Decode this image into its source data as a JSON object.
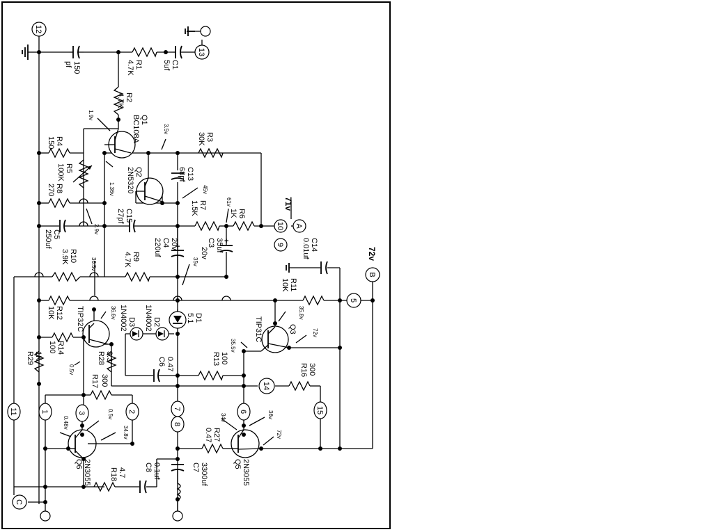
{
  "labels": {
    "r1": [
      "R1",
      "4.7K"
    ],
    "c1": [
      "C1",
      "5uf"
    ],
    "c150": [
      "150",
      "pf"
    ],
    "r2": [
      "R2",
      "4.7K"
    ],
    "q1": [
      "Q1",
      "BC108A"
    ],
    "r4": [
      "R4",
      "150"
    ],
    "r3": [
      "R3",
      "30K"
    ],
    "r5": [
      "R5",
      "100K"
    ],
    "c13": [
      "C13",
      "68pf"
    ],
    "q2": [
      "Q2",
      "2N5320"
    ],
    "r8": [
      "R8",
      "270"
    ],
    "c15": [
      "C15",
      "27pf"
    ],
    "r7": [
      "R7",
      "1.5K"
    ],
    "r6": [
      "R6",
      "1K"
    ],
    "c5": [
      "C5",
      "250uf"
    ],
    "c4": [
      "C4",
      "220uf",
      "20v"
    ],
    "c3": [
      "C3",
      "35uf",
      "20v"
    ],
    "c14": [
      "C14",
      "0.01uf"
    ],
    "r10": [
      "R10",
      "3.9K"
    ],
    "r9": [
      "R9",
      "4.7K"
    ],
    "r11": [
      "R11",
      "10K"
    ],
    "r12": [
      "R12",
      "10K"
    ],
    "q4": [
      "TIP32C"
    ],
    "d3": [
      "D3",
      "1N4002"
    ],
    "d2": [
      "D2",
      "1N4002"
    ],
    "d1": [
      "D1",
      "5.1"
    ],
    "q3": [
      "TIP31C",
      "Q3"
    ],
    "r14": [
      "R14",
      "100"
    ],
    "r28": [
      "R28",
      "3.3"
    ],
    "r29": [
      "R29",
      "1K"
    ],
    "c6": [
      "C6",
      "0.47"
    ],
    "r13": [
      "R13",
      "100"
    ],
    "r16": [
      "R16",
      "300"
    ],
    "r17": [
      "R17",
      "300"
    ],
    "q6": [
      "Q6",
      "2N3055"
    ],
    "q5": [
      "Q5",
      "2N3055"
    ],
    "r27": [
      "R27",
      "0.47"
    ],
    "c8": [
      "C8",
      "0.1uf"
    ],
    "c7": [
      "C7",
      "3300uf"
    ],
    "r18": [
      "R18",
      "4.7"
    ]
  },
  "voltages": {
    "v19": "1.9v",
    "v35": "3.5v",
    "v136": "1.36v",
    "v45": "45v",
    "v61": "61v",
    "v29": "2.9v",
    "v365": "36.5v",
    "v35b": "35v",
    "v366": "36.6v",
    "v358": "35.8v",
    "v72a": "72v",
    "v355": "35.5v",
    "v05a": "0.5v",
    "v05b": "0.5v",
    "v048": "0.48v",
    "v348": "34.8v",
    "v34": "34v",
    "v36": "36v",
    "v72b": "72v"
  },
  "rails": {
    "v71": "71v",
    "v72": "72v"
  },
  "terminals": {
    "t12": "12",
    "t13": "13",
    "t10": "10",
    "t9": "9",
    "tA": "A",
    "tB": "B",
    "t5": "5",
    "t14": "14",
    "t15": "15",
    "t11": "11",
    "t1": "1",
    "t3": "3",
    "t2": "2",
    "t7": "7",
    "t8": "8",
    "t6": "6",
    "tC": "C"
  }
}
